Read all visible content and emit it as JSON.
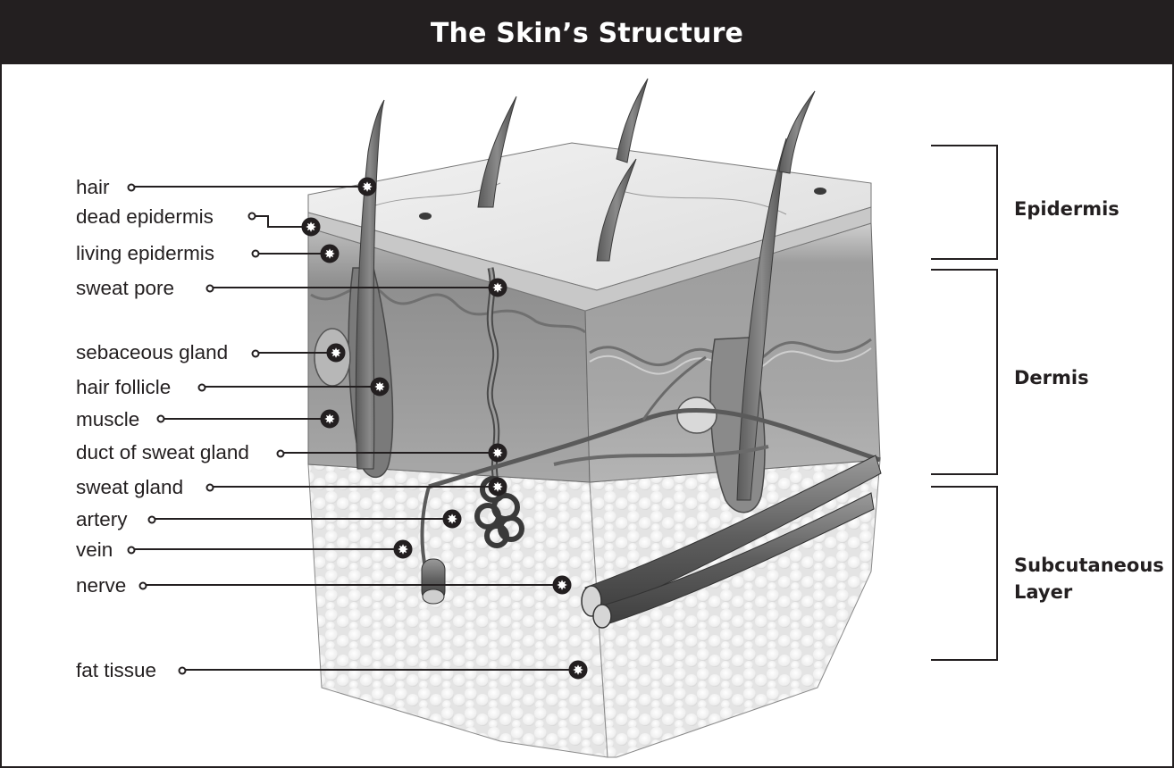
{
  "title": "The Skin’s Structure",
  "labels": [
    "hair",
    "dead epidermis",
    "living epidermis",
    "sweat pore",
    "sebaceous gland",
    "hair follicle",
    "muscle",
    "duct of sweat gland",
    "sweat gland",
    "artery",
    "vein",
    "nerve",
    "fat tissue"
  ],
  "layers": {
    "epidermis": "Epidermis",
    "dermis": "Dermis",
    "subcutaneous_line1": "Subcutaneous",
    "subcutaneous_line2": "Layer"
  },
  "colors": {
    "ink": "#231f20",
    "title_bg": "#231f20",
    "title_text": "#ffffff"
  }
}
